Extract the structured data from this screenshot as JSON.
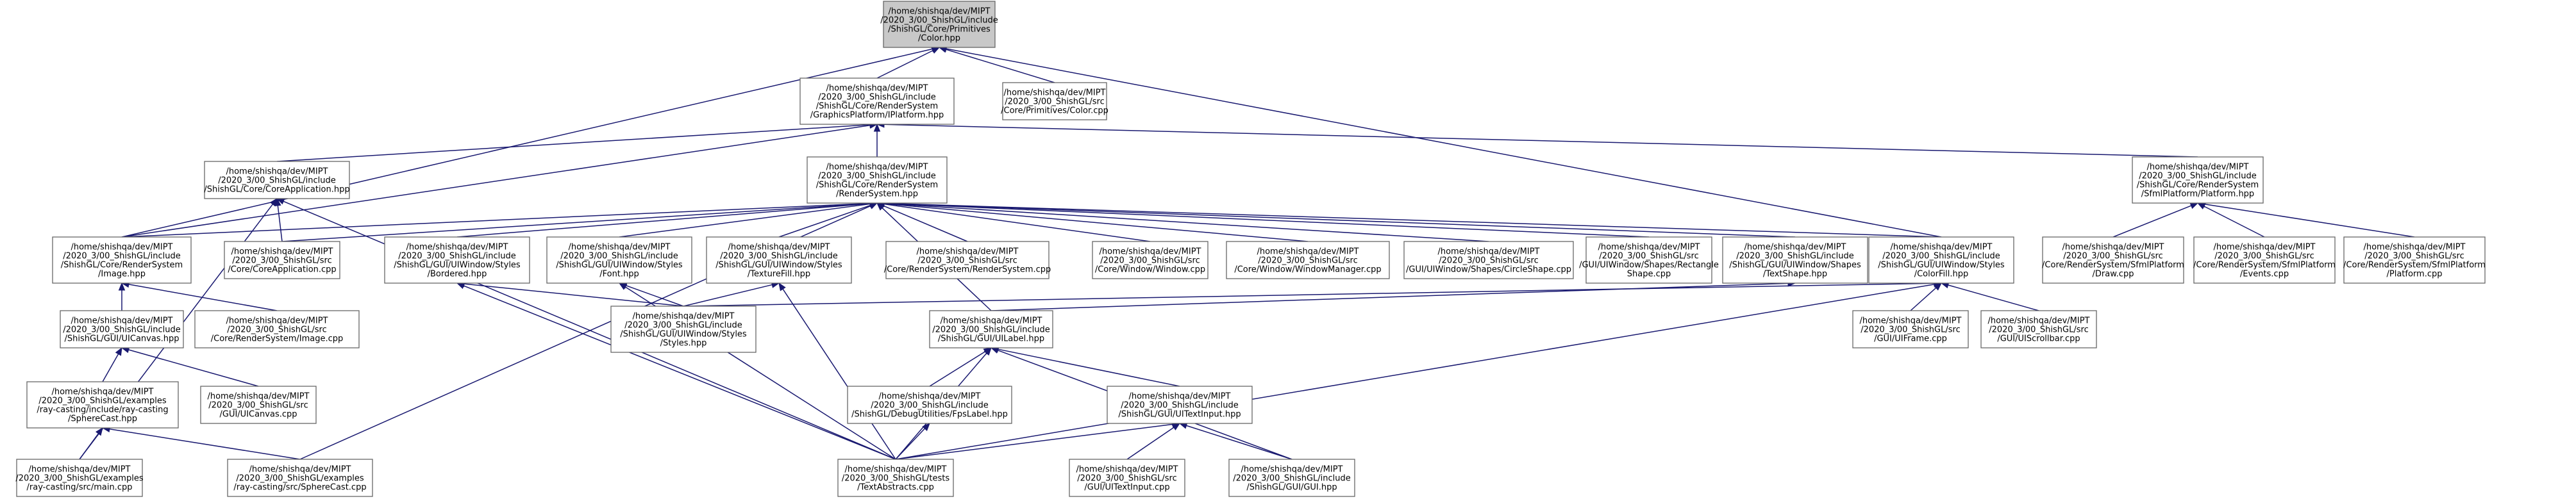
{
  "diagram": {
    "nodes": [
      {
        "id": "color_hpp",
        "label": "/home/shishqa/dev/MIPT\n/2020_3/00_ShishGL/include\n/ShishGL/Core/Primitives\n/Color.hpp",
        "root": true
      },
      {
        "id": "color_cpp",
        "label": "/home/shishqa/dev/MIPT\n/2020_3/00_ShishGL/src\n/Core/Primitives/Color.cpp"
      },
      {
        "id": "gpp_hpp",
        "label": "/home/shishqa/dev/MIPT\n/2020_3/00_ShishGL/include\n/ShishGL/Core/RenderSystem\n/GraphicsPlatform/IPlatform.hpp"
      },
      {
        "id": "coreapp_hpp",
        "label": "/home/shishqa/dev/MIPT\n/2020_3/00_ShishGL/include\n/ShishGL/Core/CoreApplication.hpp"
      },
      {
        "id": "rendersystem_hpp",
        "label": "/home/shishqa/dev/MIPT\n/2020_3/00_ShishGL/include\n/ShishGL/Core/RenderSystem\n/RenderSystem.hpp"
      },
      {
        "id": "sfmlplatform_hpp",
        "label": "/home/shishqa/dev/MIPT\n/2020_3/00_ShishGL/include\n/ShishGL/Core/RenderSystem\n/SfmlPlatform/Platform.hpp"
      },
      {
        "id": "image_hpp",
        "label": "/home/shishqa/dev/MIPT\n/2020_3/00_ShishGL/include\n/ShishGL/Core/RenderSystem\n/Image.hpp"
      },
      {
        "id": "coreapp_cpp",
        "label": "/home/shishqa/dev/MIPT\n/2020_3/00_ShishGL/src\n/Core/CoreApplication.cpp"
      },
      {
        "id": "bordered_hpp",
        "label": "/home/shishqa/dev/MIPT\n/2020_3/00_ShishGL/include\n/ShishGL/GUI/UIWindow/Styles\n/Bordered.hpp"
      },
      {
        "id": "font_hpp",
        "label": "/home/shishqa/dev/MIPT\n/2020_3/00_ShishGL/include\n/ShishGL/GUI/UIWindow/Styles\n/Font.hpp"
      },
      {
        "id": "texturefill_hpp",
        "label": "/home/shishqa/dev/MIPT\n/2020_3/00_ShishGL/include\n/ShishGL/GUI/UIWindow/Styles\n/TextureFill.hpp"
      },
      {
        "id": "rendersystem_cpp",
        "label": "/home/shishqa/dev/MIPT\n/2020_3/00_ShishGL/src\n/Core/RenderSystem/RenderSystem.cpp"
      },
      {
        "id": "window_cpp",
        "label": "/home/shishqa/dev/MIPT\n/2020_3/00_ShishGL/src\n/Core/Window/Window.cpp"
      },
      {
        "id": "windowmanager_cpp",
        "label": "/home/shishqa/dev/MIPT\n/2020_3/00_ShishGL/src\n/Core/Window/WindowManager.cpp"
      },
      {
        "id": "circleshape_cpp",
        "label": "/home/shishqa/dev/MIPT\n/2020_3/00_ShishGL/src\n/GUI/UIWindow/Shapes/CircleShape.cpp"
      },
      {
        "id": "rectshape_cpp",
        "label": "/home/shishqa/dev/MIPT\n/2020_3/00_ShishGL/src\n/GUI/UIWindow/Shapes/Rectangle\nShape.cpp"
      },
      {
        "id": "textshape_hpp",
        "label": "/home/shishqa/dev/MIPT\n/2020_3/00_ShishGL/include\n/ShishGL/GUI/UIWindow/Shapes\n/TextShape.hpp"
      },
      {
        "id": "colorfill_hpp",
        "label": "/home/shishqa/dev/MIPT\n/2020_3/00_ShishGL/include\n/ShishGL/GUI/UIWindow/Styles\n/ColorFill.hpp"
      },
      {
        "id": "draw_cpp",
        "label": "/home/shishqa/dev/MIPT\n/2020_3/00_ShishGL/src\n/Core/RenderSystem/SfmlPlatform\n/Draw.cpp"
      },
      {
        "id": "events_cpp",
        "label": "/home/shishqa/dev/MIPT\n/2020_3/00_ShishGL/src\n/Core/RenderSystem/SfmlPlatform\n/Events.cpp"
      },
      {
        "id": "platform_cpp",
        "label": "/home/shishqa/dev/MIPT\n/2020_3/00_ShishGL/src\n/Core/RenderSystem/SfmlPlatform\n/Platform.cpp"
      },
      {
        "id": "uicanvas_hpp",
        "label": "/home/shishqa/dev/MIPT\n/2020_3/00_ShishGL/include\n/ShishGL/GUI/UICanvas.hpp"
      },
      {
        "id": "image_cpp",
        "label": "/home/shishqa/dev/MIPT\n/2020_3/00_ShishGL/src\n/Core/RenderSystem/Image.cpp"
      },
      {
        "id": "styles_hpp",
        "label": "/home/shishqa/dev/MIPT\n/2020_3/00_ShishGL/include\n/ShishGL/GUI/UIWindow/Styles\n/Styles.hpp"
      },
      {
        "id": "uilabel_hpp",
        "label": "/home/shishqa/dev/MIPT\n/2020_3/00_ShishGL/include\n/ShishGL/GUI/UILabel.hpp"
      },
      {
        "id": "uiframe_cpp",
        "label": "/home/shishqa/dev/MIPT\n/2020_3/00_ShishGL/src\n/GUI/UIFrame.cpp"
      },
      {
        "id": "uiscrollbar_cpp",
        "label": "/home/shishqa/dev/MIPT\n/2020_3/00_ShishGL/src\n/GUI/UIScrollbar.cpp"
      },
      {
        "id": "spherecast_hpp",
        "label": "/home/shishqa/dev/MIPT\n/2020_3/00_ShishGL/examples\n/ray-casting/include/ray-casting\n/SphereCast.hpp"
      },
      {
        "id": "uicanvas_cpp",
        "label": "/home/shishqa/dev/MIPT\n/2020_3/00_ShishGL/src\n/GUI/UICanvas.cpp"
      },
      {
        "id": "fpslabel_hpp",
        "label": "/home/shishqa/dev/MIPT\n/2020_3/00_ShishGL/include\n/ShishGL/DebugUtilities/FpsLabel.hpp"
      },
      {
        "id": "uitextinput_hpp",
        "label": "/home/shishqa/dev/MIPT\n/2020_3/00_ShishGL/include\n/ShishGL/GUI/UITextInput.hpp"
      },
      {
        "id": "main_cpp",
        "label": "/home/shishqa/dev/MIPT\n/2020_3/00_ShishGL/examples\n/ray-casting/src/main.cpp"
      },
      {
        "id": "spherecast_cpp",
        "label": "/home/shishqa/dev/MIPT\n/2020_3/00_ShishGL/examples\n/ray-casting/src/SphereCast.cpp"
      },
      {
        "id": "textabstracts_cpp",
        "label": "/home/shishqa/dev/MIPT\n/2020_3/00_ShishGL/tests\n/TextAbstracts.cpp"
      },
      {
        "id": "uitextinput_cpp",
        "label": "/home/shishqa/dev/MIPT\n/2020_3/00_ShishGL/src\n/GUI/UITextInput.cpp"
      },
      {
        "id": "gui_hpp",
        "label": "/home/shishqa/dev/MIPT\n/2020_3/00_ShishGL/include\n/ShishGL/GUI/GUI.hpp"
      }
    ],
    "edges": [
      [
        "color_hpp",
        "color_cpp"
      ],
      [
        "color_hpp",
        "gpp_hpp"
      ],
      [
        "color_hpp",
        "image_hpp"
      ],
      [
        "color_hpp",
        "colorfill_hpp"
      ],
      [
        "gpp_hpp",
        "coreapp_hpp"
      ],
      [
        "gpp_hpp",
        "rendersystem_hpp"
      ],
      [
        "gpp_hpp",
        "sfmlplatform_hpp"
      ],
      [
        "gpp_hpp",
        "image_hpp"
      ],
      [
        "coreapp_hpp",
        "coreapp_cpp"
      ],
      [
        "coreapp_hpp",
        "main_cpp"
      ],
      [
        "coreapp_hpp",
        "textabstracts_cpp"
      ],
      [
        "rendersystem_hpp",
        "image_hpp"
      ],
      [
        "rendersystem_hpp",
        "coreapp_cpp"
      ],
      [
        "rendersystem_hpp",
        "bordered_hpp"
      ],
      [
        "rendersystem_hpp",
        "font_hpp"
      ],
      [
        "rendersystem_hpp",
        "texturefill_hpp"
      ],
      [
        "rendersystem_hpp",
        "rendersystem_cpp"
      ],
      [
        "rendersystem_hpp",
        "window_cpp"
      ],
      [
        "rendersystem_hpp",
        "windowmanager_cpp"
      ],
      [
        "rendersystem_hpp",
        "circleshape_cpp"
      ],
      [
        "rendersystem_hpp",
        "rectshape_cpp"
      ],
      [
        "rendersystem_hpp",
        "textshape_hpp"
      ],
      [
        "rendersystem_hpp",
        "colorfill_hpp"
      ],
      [
        "rendersystem_hpp",
        "uilabel_hpp"
      ],
      [
        "rendersystem_hpp",
        "spherecast_cpp"
      ],
      [
        "sfmlplatform_hpp",
        "draw_cpp"
      ],
      [
        "sfmlplatform_hpp",
        "events_cpp"
      ],
      [
        "sfmlplatform_hpp",
        "platform_cpp"
      ],
      [
        "image_hpp",
        "uicanvas_hpp"
      ],
      [
        "image_hpp",
        "image_cpp"
      ],
      [
        "uicanvas_hpp",
        "spherecast_hpp"
      ],
      [
        "uicanvas_hpp",
        "uicanvas_cpp"
      ],
      [
        "spherecast_hpp",
        "main_cpp"
      ],
      [
        "spherecast_hpp",
        "spherecast_cpp"
      ],
      [
        "bordered_hpp",
        "styles_hpp"
      ],
      [
        "bordered_hpp",
        "textabstracts_cpp"
      ],
      [
        "font_hpp",
        "styles_hpp"
      ],
      [
        "font_hpp",
        "textabstracts_cpp"
      ],
      [
        "texturefill_hpp",
        "styles_hpp"
      ],
      [
        "texturefill_hpp",
        "textabstracts_cpp"
      ],
      [
        "textshape_hpp",
        "uilabel_hpp"
      ],
      [
        "colorfill_hpp",
        "styles_hpp"
      ],
      [
        "colorfill_hpp",
        "uiframe_cpp"
      ],
      [
        "colorfill_hpp",
        "uiscrollbar_cpp"
      ],
      [
        "colorfill_hpp",
        "textabstracts_cpp"
      ],
      [
        "uilabel_hpp",
        "fpslabel_hpp"
      ],
      [
        "uilabel_hpp",
        "uitextinput_hpp"
      ],
      [
        "uilabel_hpp",
        "gui_hpp"
      ],
      [
        "uilabel_hpp",
        "textabstracts_cpp"
      ],
      [
        "fpslabel_hpp",
        "textabstracts_cpp"
      ],
      [
        "uitextinput_hpp",
        "uitextinput_cpp"
      ],
      [
        "uitextinput_hpp",
        "gui_hpp"
      ],
      [
        "uitextinput_hpp",
        "textabstracts_cpp"
      ]
    ],
    "colors": {
      "edge": "#191970",
      "node_border": "#666666",
      "node_fill": "#ffffff",
      "root_fill": "#c8c8c8"
    }
  }
}
